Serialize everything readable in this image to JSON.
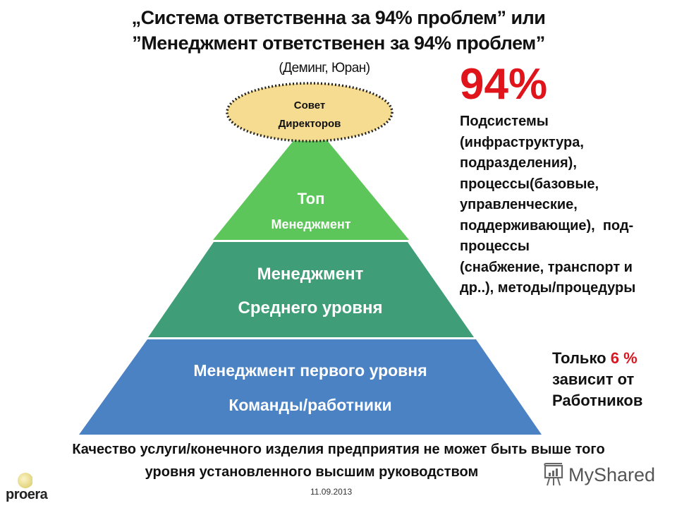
{
  "header": {
    "line1": "„Система ответственна за 94% проблем” или",
    "line2": "”Менеджмент ответственен за 94% проблем”",
    "attribution": "(Деминг, Юран)"
  },
  "pyramid": {
    "apex": {
      "line1": "Совет",
      "line2": "Директоров",
      "fill": "#f5dc90",
      "border": "#222222"
    },
    "layers": [
      {
        "line1": "Топ",
        "line2": "Менеджмент",
        "fill": "#5dc65a"
      },
      {
        "line1": "Менеджмент",
        "line2": "Среднего уровня",
        "fill": "#3f9e78"
      },
      {
        "line1": "Менеджмент первого уровня",
        "line2": "Команды/работники",
        "fill": "#4a82c4"
      }
    ]
  },
  "right_panel": {
    "percent": "94%",
    "description": "Подсистемы\n(инфраструктура,\nподразделения),\nпроцессы(базовые,\nуправленческие,\nподдерживающие),  под-\nпроцессы\n(снабжение, транспорт и\nдр..), методы/процедуры",
    "only_prefix": "Только",
    "only_value": "6 %",
    "only_line2": "зависит от",
    "only_line3": "Работников"
  },
  "footer": {
    "line1": "Качество услуги/конечного изделия предприятия не может быть выше того",
    "line2": "уровня установленного высшим руководством",
    "date": "11.09.2013",
    "logo_text": "proera",
    "watermark": "MyShared"
  },
  "colors": {
    "accent_red": "#e0141b",
    "top_green": "#5dc65a",
    "mid_green": "#3f9e78",
    "base_blue": "#4a82c4"
  }
}
